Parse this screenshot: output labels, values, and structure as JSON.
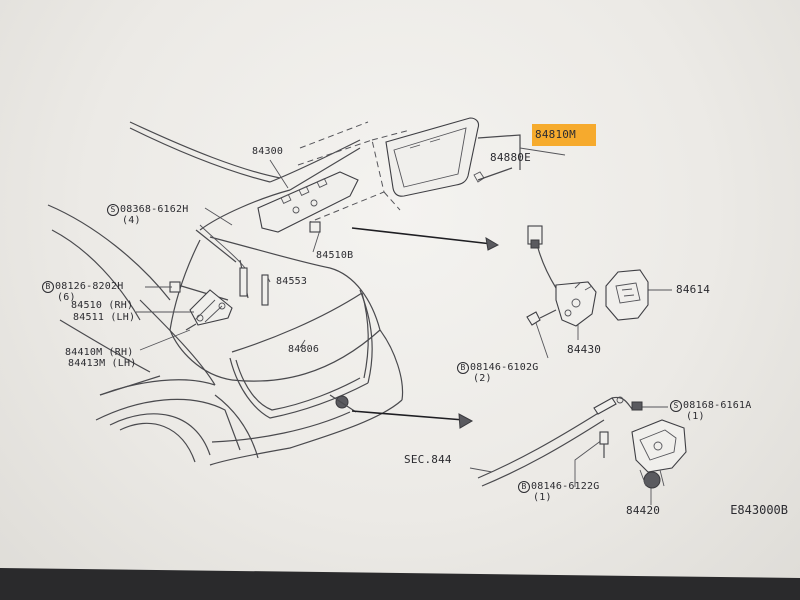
{
  "diagram": {
    "code": "E843000B",
    "labels": {
      "p84300": "84300",
      "p84810M": "84810M",
      "p84880E": "84880E",
      "bolt_08368": "08368-6162H",
      "bolt_08368_qty": "(4)",
      "p84510B": "84510B",
      "p84553": "84553",
      "bolt_08126": "08126-8202H",
      "bolt_08126_qty": "(6)",
      "p84510": "84510 (RH)",
      "p84511": "84511 (LH)",
      "p84806": "84806",
      "p84410M": "84410M (RH)",
      "p84413M": "84413M (LH)",
      "p84614": "84614",
      "bolt_08146_a": "08146-6102G",
      "bolt_08146_a_qty": "(2)",
      "p84430": "84430",
      "sec": "SEC.844",
      "bolt_08168": "08168-6161A",
      "bolt_08168_qty": "(1)",
      "bolt_08146_b": "08146-6122G",
      "bolt_08146_b_qty": "(1)",
      "p84420": "84420"
    },
    "bolt_symbols": {
      "s": "S",
      "b": "B"
    }
  }
}
